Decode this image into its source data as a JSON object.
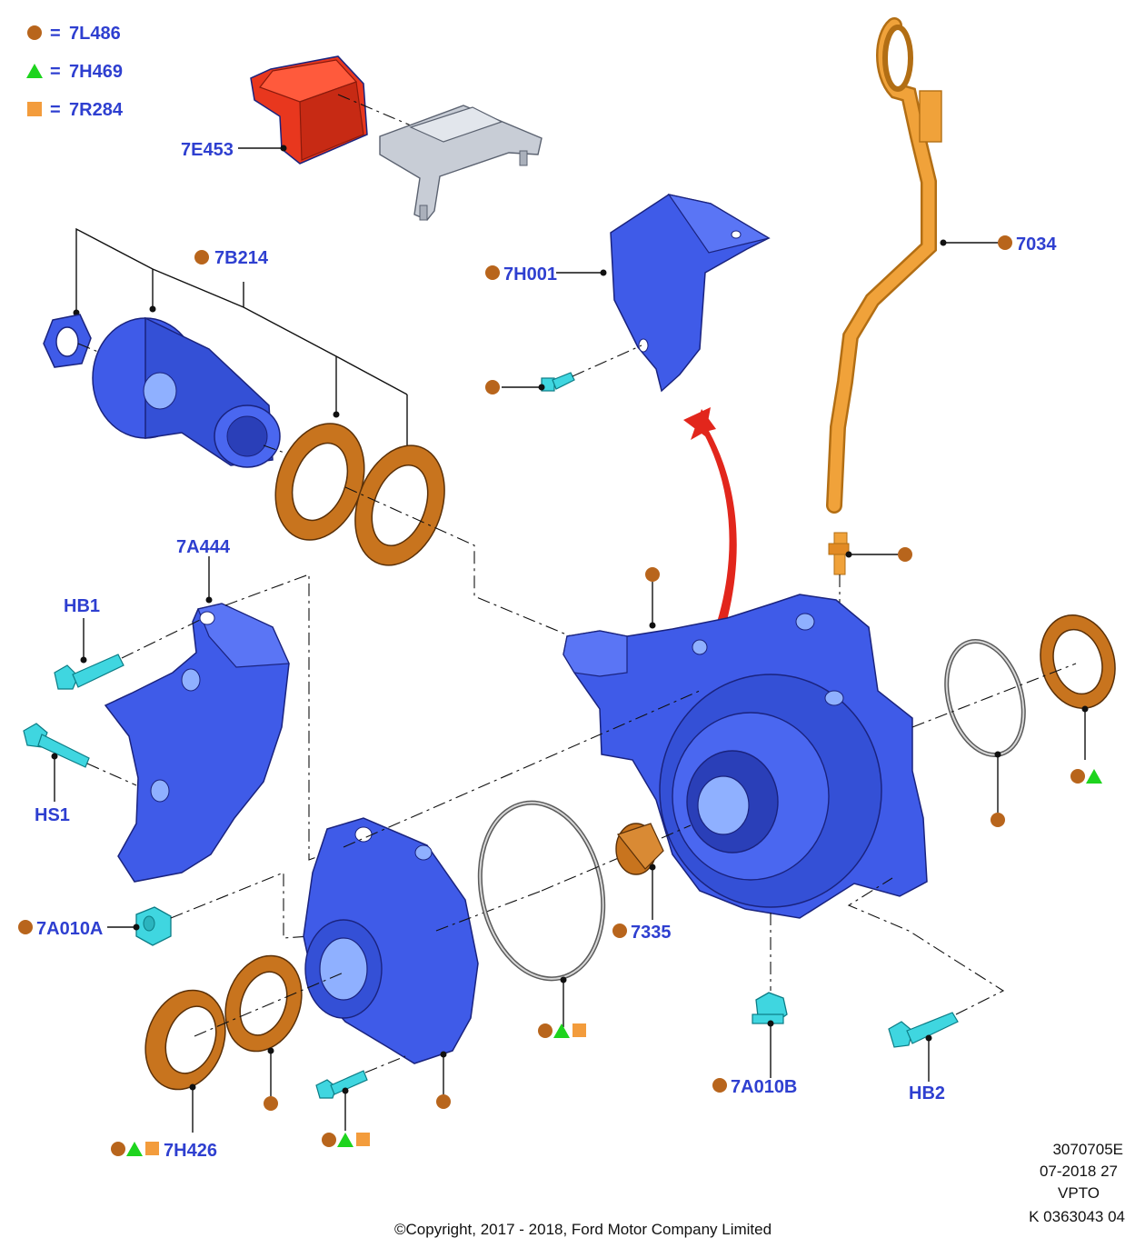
{
  "legend": [
    {
      "symbol": "circle",
      "code": "7L486",
      "color": "#b8651c"
    },
    {
      "symbol": "triangle",
      "code": "7H469",
      "color": "#1ed41e"
    },
    {
      "symbol": "square",
      "code": "7R284",
      "color": "#f39c3c"
    }
  ],
  "legend_equals": "=",
  "labels": {
    "p7E453": "7E453",
    "p7B214": "7B214",
    "p7H001": "7H001",
    "p7034": "7034",
    "p7A444": "7A444",
    "pHB1": "HB1",
    "pHS1": "HS1",
    "p7A010A": "7A010A",
    "p7335": "7335",
    "p7A010B": "7A010B",
    "pHB2": "HB2",
    "p7H426": "7H426"
  },
  "meta": {
    "line1": "3070705E",
    "line2": "07-2018 27",
    "line3": "VPTO",
    "line4": "K 0363043 04"
  },
  "copyright": "©Copyright, 2017 - 2018, Ford Motor Company Limited",
  "colors": {
    "housing_blue": "#3f5be8",
    "seal_orange": "#c8741e",
    "dipstick_gold": "#f0a23a",
    "bolt_cyan": "#3fd6e0",
    "bracket_gray": "#c8cdd6",
    "module_red": "#e8371e",
    "arrow_red": "#e2261c",
    "label_blue": "#2e3fd0",
    "marker_brown": "#b8651c",
    "marker_green": "#1ed41e",
    "marker_orange": "#f39c3c"
  }
}
